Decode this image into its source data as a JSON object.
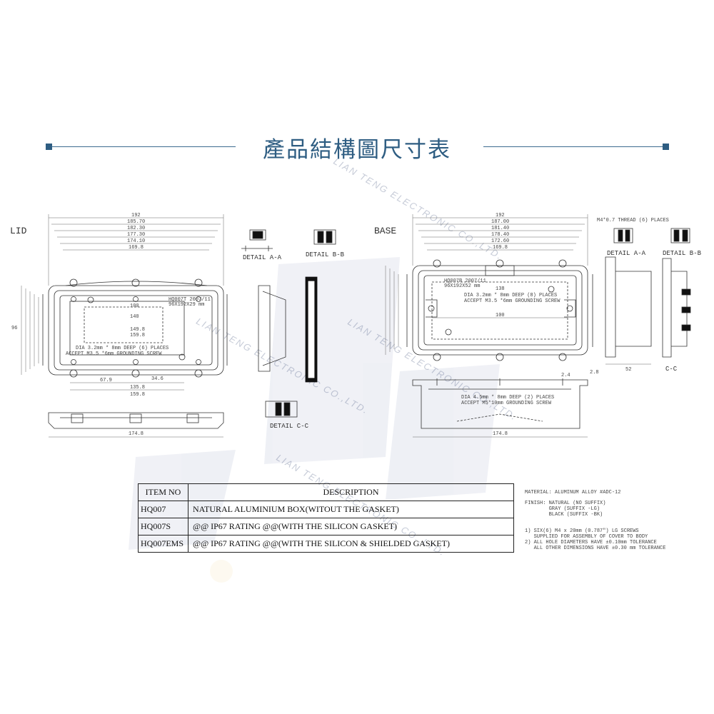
{
  "heading": {
    "title": "產品結構圖尺寸表",
    "accent": "#2e5d82"
  },
  "watermark": {
    "text": "LIAN TENG ELECTRONIC CO.,LTD."
  },
  "views": {
    "lid": "LID",
    "base": "BASE",
    "lid_details": {
      "a": "DETAIL A-A",
      "b": "DETAIL B-B",
      "c": "DETAIL C-C"
    },
    "base_details": {
      "a": "DETAIL A-A",
      "b": "DETAIL B-B",
      "c": "C-C"
    }
  },
  "lid_notes": {
    "holes_1": "DIA 3.2mm * 8mm DEEP (6) PLACES",
    "holes_2": "ACCEPT M3.5 *6mm GROUNDING SCREW",
    "mark_1": "HQ007T 2007/11",
    "mark_2": "96X192X29 mm"
  },
  "base_notes": {
    "thread": "M4*0.7 THREAD (6) PLACES",
    "holes_1": "DIA 3.2mm * 8mm DEEP (8) PLACES",
    "holes_2": "ACCEPT M3.5 *6mm GROUNDING SCREW",
    "ground_1": "DIA 4.5mm * 8mm DEEP (2) PLACES",
    "ground_2": "ACCEPT M5*10mm GROUNDING SCREW",
    "mark_1": "HQ007B 2007/11",
    "mark_2": "96X192X52 mm"
  },
  "dims": {
    "lid_width": "192",
    "lid_w2": "185.70",
    "lid_w3": "182.30",
    "lid_w4": "177.30",
    "lid_w5": "174.10",
    "lid_w6": "169.8",
    "lid_inner": "140",
    "lid_inner2": "149.8",
    "lid_inner3": "159.8",
    "lid_bot1": "67.9",
    "lid_bot2": "34.6",
    "lid_bot3": "135.8",
    "lid_bot4": "159.8",
    "lid_side": "174.8",
    "lid_h": "96",
    "lid_100": "100",
    "base_width": "192",
    "base_w2": "187.00",
    "base_w3": "181.40",
    "base_w4": "178.40",
    "base_w5": "172.60",
    "base_w6": "169.8",
    "base_138": "138",
    "base_100": "100",
    "base_side": "174.8",
    "base_h": "52",
    "base_28": "2.8",
    "base_24": "2.4"
  },
  "table": {
    "header": {
      "code": "ITEM NO",
      "desc": "DESCRIPTION"
    },
    "rows": [
      {
        "code": "HQ007",
        "desc": "NATURAL ALUMINIUM BOX(WITOUT THE GASKET)"
      },
      {
        "code": "HQ007S",
        "desc": "@@ IP67 RATING @@(WITH THE SILICON GASKET)"
      },
      {
        "code": "HQ007EMS",
        "desc": "@@ IP67 RATING @@(WITH THE  SILICON & SHIELDED GASKET)"
      }
    ]
  },
  "spec": {
    "material": "MATERIAL: ALUMINUM ALLOY #ADC-12",
    "finish_1": "FINISH: NATURAL (NO SUFFIX)",
    "finish_2": "        GRAY (SUFFIX -LG)",
    "finish_3": "        BLACK (SUFFIX -BK)",
    "note_1": "1) SIX(6) M4 x 20mm (0.787\") LG SCREWS",
    "note_2": "   SUPPLIED FOR ASSEMBLY OF COVER TO BODY",
    "note_3": "2) ALL HOLE DIAMETERS HAVE ±0.10mm TOLERANCE",
    "note_4": "   ALL OTHER DIMENSIONS HAVE ±0.30 mm TOLERANCE"
  }
}
